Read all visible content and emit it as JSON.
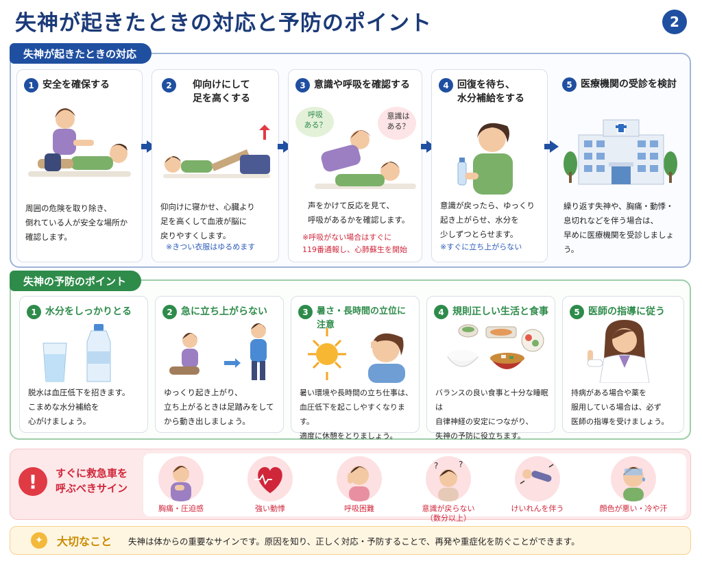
{
  "header": {
    "title": "失神が起きたときの対応と予防のポイント",
    "page_number": "2"
  },
  "response": {
    "label": "失神が起きたときの対応",
    "steps": [
      {
        "num": "1",
        "title": "安全を確保する",
        "body": "周囲の危険を取り除き、\n倒れている人が安全な場所か\n確認します。",
        "note": ""
      },
      {
        "num": "2",
        "title": "仰向けにして\n足を高くする",
        "body": "仰向けに寝かせ、心臓より\n足を高くして血液が脳に\n戻りやすくします。",
        "note": "※きつい衣服はゆるめます"
      },
      {
        "num": "3",
        "title": "意識や呼吸を確認する",
        "body": "声をかけて反応を見て、\n呼吸があるかを確認します。",
        "note": "※呼吸がない場合はすぐに\n119番通報し、心肺蘇生を開始",
        "bubble_left": "呼吸\nある？",
        "bubble_right": "意識は\nある？"
      },
      {
        "num": "4",
        "title": "回復を待ち、\n水分補給をする",
        "body": "意識が戻ったら、ゆっくり\n起き上がらせ、水分を\n少しずつとらせます。",
        "note": "※すぐに立ち上がらない"
      },
      {
        "num": "5",
        "title": "医療機関の受診を検討",
        "body": "繰り返す失神や、胸痛・動悸・\n息切れなどを伴う場合は、\n早めに医療機関を受診しましょう。",
        "note": ""
      }
    ]
  },
  "prevention": {
    "label": "失神の予防のポイント",
    "points": [
      {
        "num": "1",
        "title": "水分をしっかりとる",
        "body": "脱水は血圧低下を招きます。\nこまめな水分補給を\n心がけましょう。"
      },
      {
        "num": "2",
        "title": "急に立ち上がらない",
        "body": "ゆっくり起き上がり、\n立ち上がるときは足踏みをして\nから動き出しましょう。"
      },
      {
        "num": "3",
        "title": "暑さ・長時間の立位に注意",
        "body": "暑い環境や長時間の立ち仕事は、\n血圧低下を起こしやすくなります。\n適度に休憩をとりましょう。"
      },
      {
        "num": "4",
        "title": "規則正しい生活と食事",
        "body": "バランスの良い食事と十分な睡眠は\n自律神経の安定につながり、\n失神の予防に役立ちます。"
      },
      {
        "num": "5",
        "title": "医師の指導に従う",
        "body": "持病がある場合や薬を\n服用している場合は、必ず\n医師の指導を受けましょう。"
      }
    ]
  },
  "emergency": {
    "icon_symbol": "!",
    "title": "すぐに救急車を\n呼ぶべきサイン",
    "signs": [
      {
        "label": "胸痛・圧迫感"
      },
      {
        "label": "強い動悸"
      },
      {
        "label": "呼吸困難"
      },
      {
        "label": "意識が戻らない\n（数分以上）"
      },
      {
        "label": "けいれんを伴う"
      },
      {
        "label": "顔色が悪い・冷や汗"
      }
    ]
  },
  "important": {
    "title": "大切なこと",
    "text": "失神は体からの重要なサインです。原因を知り、正しく対応・予防することで、再発や重症化を防ぐことができます。"
  },
  "colors": {
    "primary_blue": "#1f4fa0",
    "primary_green": "#2e8b4a",
    "alert_red": "#d0263a",
    "accent_gold": "#c98a00"
  }
}
